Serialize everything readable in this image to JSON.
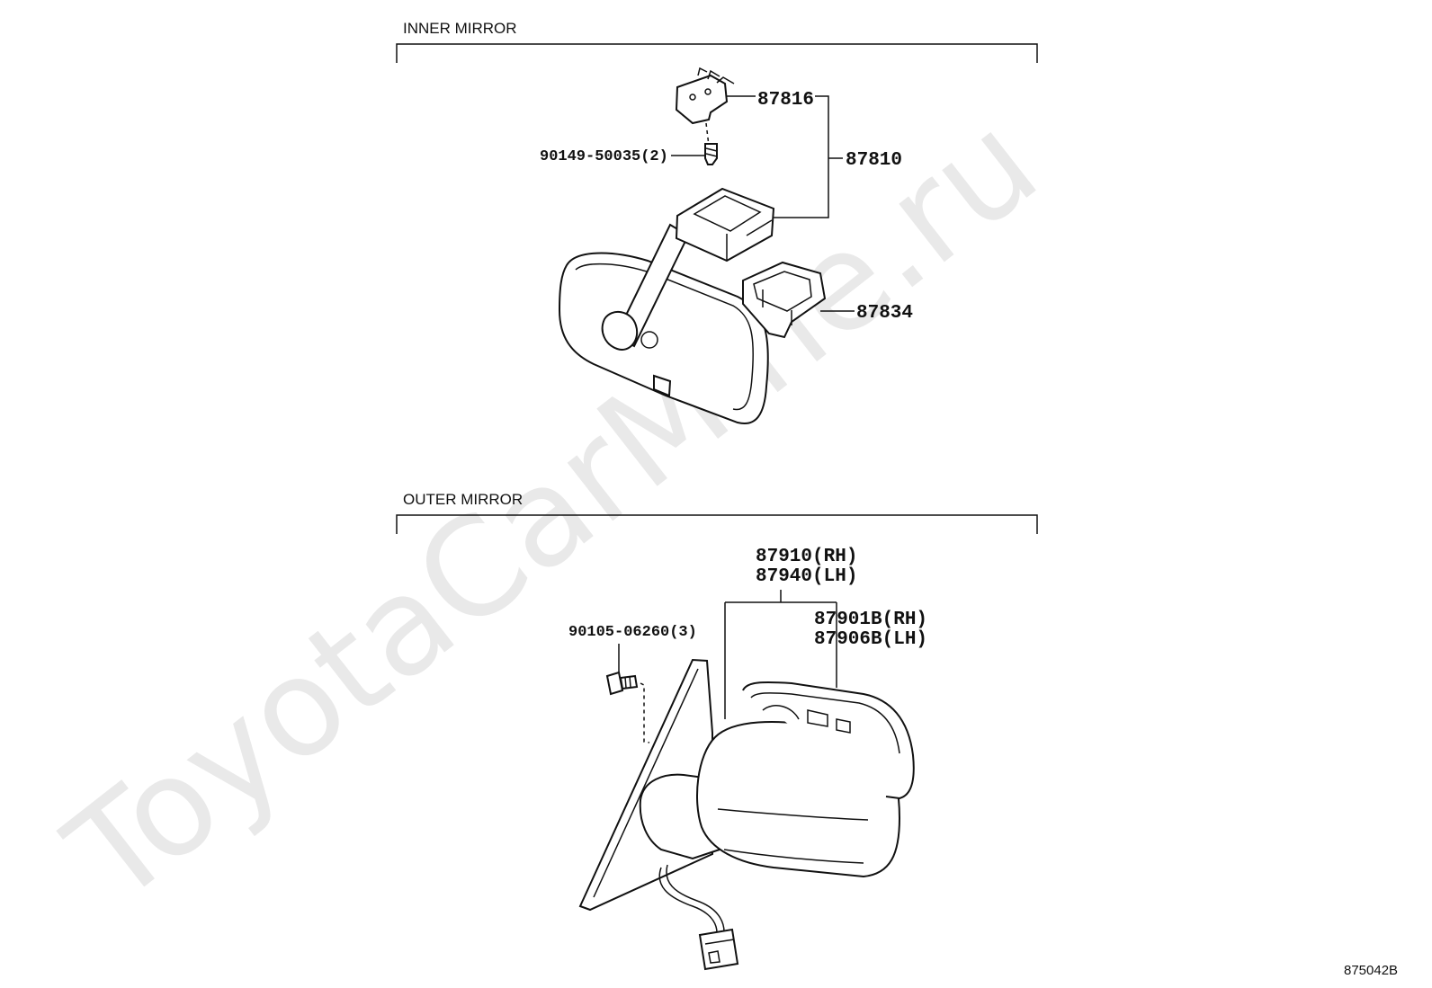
{
  "watermark": "ToyotaCarMine.ru",
  "sections": {
    "inner": {
      "title": "INNER MIRROR"
    },
    "outer": {
      "title": "OUTER MIRROR"
    }
  },
  "parts": {
    "p87816": "87816",
    "p87810": "87810",
    "p90149": "90149-50035(2)",
    "p87834": "87834",
    "p87910": "87910(RH)",
    "p87940": "87940(LH)",
    "p87901": "87901B(RH)",
    "p87906": "87906B(LH)",
    "p90105": "90105-06260(3)"
  },
  "diagram_ref": "875042B"
}
